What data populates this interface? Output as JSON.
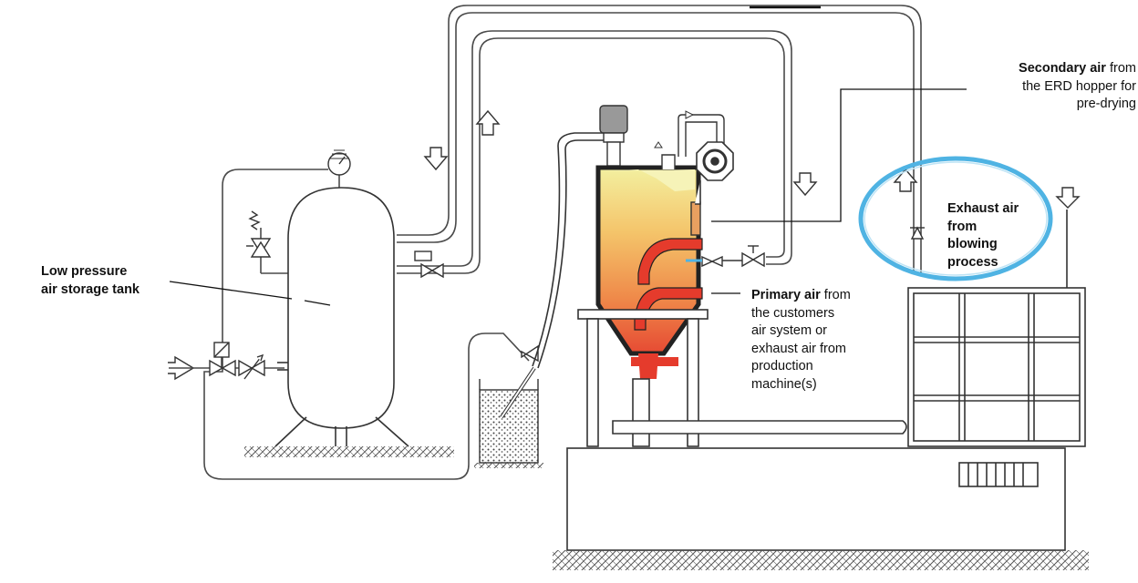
{
  "labels": {
    "tank_line1": "Low pressure",
    "tank_line2": "air storage tank",
    "secondary_bold": "Secondary air",
    "secondary_rest1": " from",
    "secondary_rest2": "the ERD hopper for",
    "secondary_rest3": "pre-drying",
    "exhaust_line1": "Exhaust air",
    "exhaust_line2": "from",
    "exhaust_line3": "blowing",
    "exhaust_line4": "process",
    "primary_bold": "Primary air",
    "primary_rest1": " from",
    "primary_rest2": "the customers",
    "primary_rest3": "air system or",
    "primary_rest4": "exhaust air from",
    "primary_rest5": "production",
    "primary_rest6": "machine(s)"
  },
  "colors": {
    "line": "#4a4a4a",
    "highlight_ring": "#4fb3e3",
    "hot_red": "#e53b2c",
    "warm_orange": "#f2a04a",
    "pale_yellow": "#f0ee9a",
    "dark_frame": "#333333"
  }
}
